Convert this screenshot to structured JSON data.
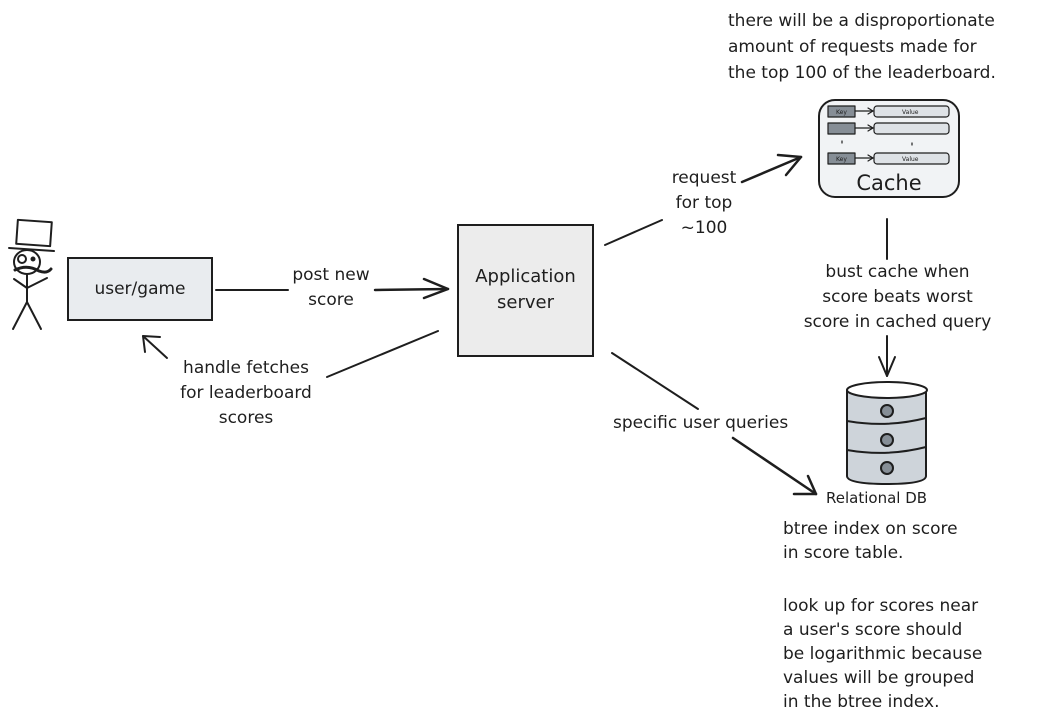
{
  "diagram": {
    "title": "Leaderboard system design",
    "nodes": {
      "actor": {
        "label": "",
        "icon": "stick-figure-top-hat-icon"
      },
      "user_game": {
        "label": "user/game",
        "fill": "#e9ecef"
      },
      "app_server": {
        "label": "Application\nserver",
        "fill": "#ececec"
      },
      "cache": {
        "label": "Cache",
        "fill": "#f1f3f5",
        "rows": [
          {
            "key": "Key",
            "value": "Value"
          },
          {
            "key": "",
            "value": ""
          },
          {
            "key": "Key",
            "value": "Value"
          }
        ],
        "key_fill": "#868e96",
        "value_fill": "#dee2e6"
      },
      "db": {
        "label": "Relational DB",
        "fill": "#ced4da",
        "dot_fill": "#868e96"
      }
    },
    "edges": {
      "post_score": {
        "from": "user_game",
        "to": "app_server",
        "label": "post new\nscore"
      },
      "handle_fetches": {
        "from": "app_server",
        "to": "user_game",
        "label": "handle fetches\nfor leaderboard\nscores"
      },
      "request_top": {
        "from": "app_server",
        "to": "cache",
        "label": "request\nfor top\n~100"
      },
      "bust_cache": {
        "from": "cache",
        "to": "db",
        "label": "bust cache when\nscore beats worst\nscore in cached query"
      },
      "user_queries": {
        "from": "app_server",
        "to": "db",
        "label": "specific user queries"
      }
    },
    "notes": {
      "cache_note": "there will be a disproportionate\namount of requests made for\nthe top 100 of the leaderboard.",
      "db_note_1": "btree index on score\nin score table.",
      "db_note_2": "look up for scores near\na user's score should\nbe logarithmic because\nvalues will be grouped\nin the btree index."
    },
    "colors": {
      "stroke": "#1e1e1e",
      "background": "#ffffff"
    }
  }
}
